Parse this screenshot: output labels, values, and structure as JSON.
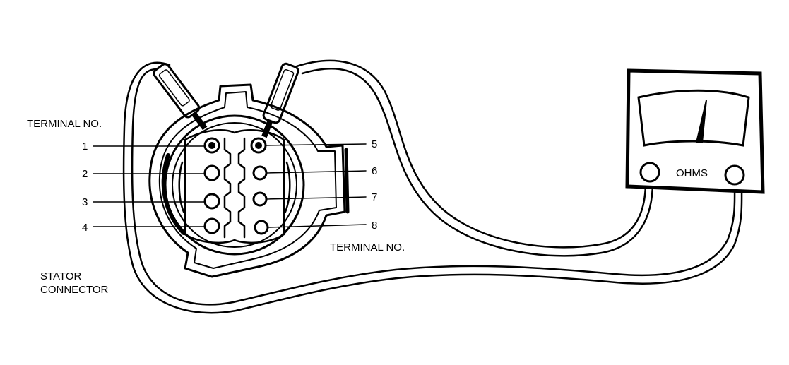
{
  "labels": {
    "terminal_no_left": "TERMINAL NO.",
    "terminal_no_right": "TERMINAL NO.",
    "stator_connector_line1": "STATOR",
    "stator_connector_line2": "CONNECTOR",
    "meter_units": "OHMS"
  },
  "terminals": {
    "t1": "1",
    "t2": "2",
    "t3": "3",
    "t4": "4",
    "t5": "5",
    "t6": "6",
    "t7": "7",
    "t8": "8"
  },
  "colors": {
    "line": "#000000",
    "background": "#ffffff"
  }
}
